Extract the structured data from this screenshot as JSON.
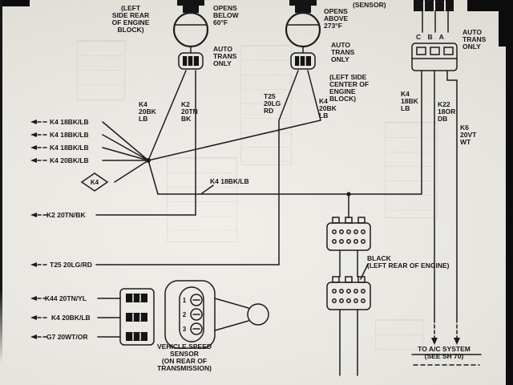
{
  "colors": {
    "paper": "#e8e6e0",
    "ink": "#1c1c1e",
    "edge_black": "#0c0c0c"
  },
  "notes": {
    "left_rear": "(LEFT\nSIDE REAR\nOF ENGINE\nBLOCK)",
    "opens_below": "OPENS\nBELOW\n60°F",
    "opens_above": "OPENS\nABOVE\n273°F",
    "sensor": "(SENSOR)",
    "auto_trans": "AUTO\nTRANS\nONLY",
    "cba": "C B A",
    "left_center": "(LEFT SIDE\nCENTER OF\nENGINE\nBLOCK)",
    "black_left_rear": "BLACK\n(LEFT REAR OF ENGINE)",
    "vss": "VEHICLE SPEED\nSENSOR\n(ON REAR OF\nTRANSMISSION)",
    "ac_system": "TO A/C SYSTEM\n(SEE SH 70)"
  },
  "wires": {
    "left_column": [
      "K4 18BK/LB",
      "K4 18BK/LB",
      "K4 18BK/LB",
      "K4 20BK/LB",
      "K2 20TN/BK",
      "T25 20LG/RD",
      "K44 20TN/YL",
      "K4 20BK/LB",
      "G7 20WT/OR"
    ],
    "k4_diamond": "K4",
    "mid_k4": "K4 18BK/LB",
    "sensor1_left": "K4\n20BK\nLB",
    "sensor1_right": "K2\n20TN\nBK",
    "sensor2_left": "T25\n20LG\nRD",
    "sensor2_right": "K4\n20BK\nLB",
    "conn_c": "K4\n18BK\nLB",
    "conn_b": "K22\n18OR\nDB",
    "conn_a": "K6\n20VT\nWT"
  },
  "pins": {
    "vss": [
      "1",
      "2",
      "3"
    ]
  }
}
